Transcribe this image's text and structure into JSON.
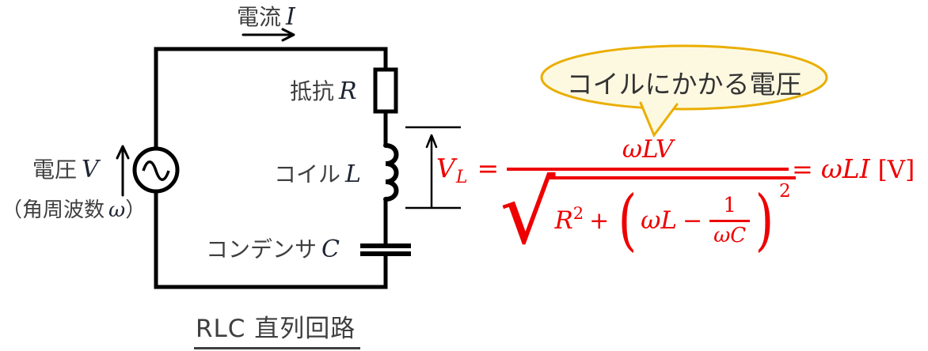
{
  "colors": {
    "formula_red": "#ee0000",
    "label_gray": "#3f3f3f",
    "variable_dark": "#1d2433",
    "bubble_border": "#eaae00",
    "bubble_fill": "#fdf9e1",
    "wire_black": "#000000"
  },
  "circuit": {
    "current_label_jp": "電流",
    "current_var": "I",
    "voltage_label_jp": "電圧",
    "voltage_var": "V",
    "angular_open": "（角周波数",
    "angular_var": "ω",
    "angular_close": "）",
    "resistor_label_jp": "抵抗",
    "resistor_var": "R",
    "coil_label_jp": "コイル",
    "coil_var": "L",
    "capacitor_label_jp": "コンデンサ",
    "capacitor_var": "C",
    "caption": "RLC 直列回路"
  },
  "bubble": {
    "text": "コイルにかかる電圧"
  },
  "formula": {
    "lhs_var": "V",
    "lhs_sub": "L",
    "equals": "=",
    "numerator": "ωLV",
    "radical": "√",
    "denominator": {
      "r": "R",
      "r_sup": "2",
      "plus": "+",
      "paren_open": "(",
      "omega_l": "ωL",
      "minus": "−",
      "inner_num": "1",
      "inner_den": "ωC",
      "paren_close": ")",
      "outer_sup": "2"
    },
    "rhs_equals": "=",
    "rhs_expr": "ωLI",
    "rhs_unit": "[V]"
  }
}
